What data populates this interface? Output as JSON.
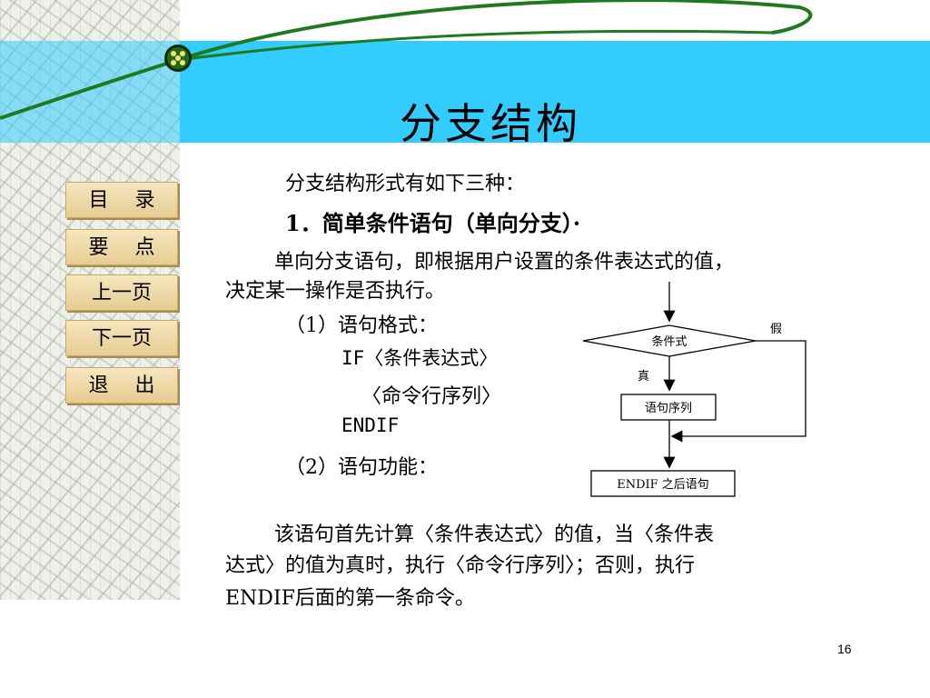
{
  "slide": {
    "title": "分支结构",
    "page_number": "16"
  },
  "nav": {
    "items": [
      {
        "c1": "目",
        "c2": "录"
      },
      {
        "c1": "要",
        "c2": "点"
      },
      {
        "c1": "上一页",
        "c2": ""
      },
      {
        "c1": "下一页",
        "c2": ""
      },
      {
        "c1": "退",
        "c2": "出"
      }
    ]
  },
  "content": {
    "intro": "分支结构形式有如下三种：",
    "heading": "1．简单条件语句（单向分支）·",
    "para1_line1": "单向分支语句，即根据用户设置的条件表达式的值，",
    "para1_line2": "决定某一操作是否执行。",
    "format_label": "（1）语句格式：",
    "code_if": "IF〈条件表达式〉",
    "code_cmd": "〈命令行序列〉",
    "code_endif": "ENDIF",
    "function_label": "（2）语句功能：",
    "para2_line1": "该语句首先计算〈条件表达式〉的值，当〈条件表",
    "para2_line2": "达式〉的值为真时，执行〈命令行序列〉；否则，执行",
    "para2_line3": "ENDIF后面的第一条命令。"
  },
  "flowchart": {
    "condition": "条件式",
    "false_label": "假",
    "true_label": "真",
    "sequence": "语句序列",
    "after": "ENDIF 之后语句"
  }
}
